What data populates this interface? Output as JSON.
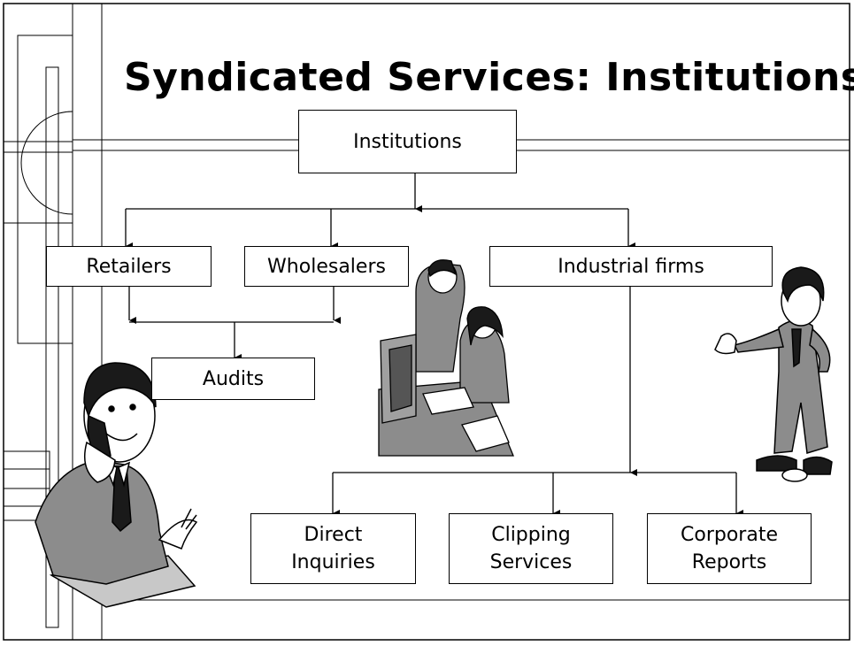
{
  "title": "Syndicated Services: Institutions",
  "nodes": {
    "root": "Institutions",
    "retailers": "Retailers",
    "wholesalers": "Wholesalers",
    "industrial": "Industrial firms",
    "audits": "Audits",
    "direct": "Direct\nInquiries",
    "clipping": "Clipping\nServices",
    "corporate": "Corporate\nReports"
  },
  "colors": {
    "line": "#000000",
    "suit": "#8c8c8c",
    "background": "#ffffff"
  },
  "illustrations": [
    "man-on-phone-clipart",
    "office-workers-computer-clipart",
    "presenting-man-clipart"
  ]
}
